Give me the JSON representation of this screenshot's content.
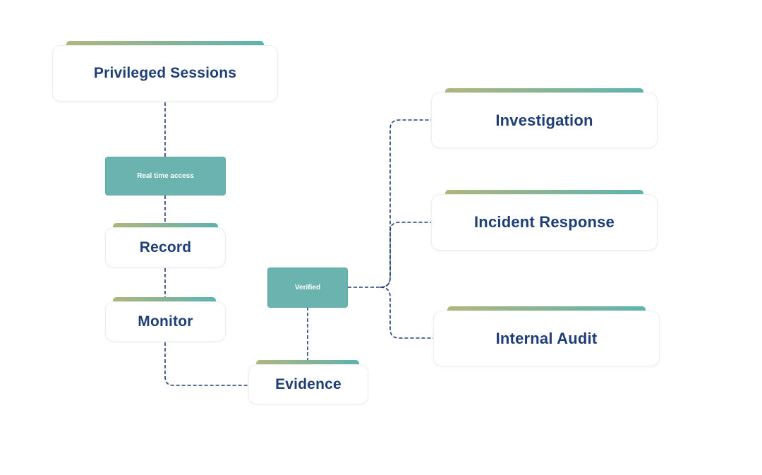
{
  "colors": {
    "title_text": "#1f3d76",
    "connector": "#1f3d76",
    "pill_fill": "#6ab3ae",
    "pill_text": "#ffffff",
    "card_border": "#eceeef",
    "accent_gradient_start": "#b0b67c",
    "accent_gradient_end": "#5db3b0"
  },
  "nodes": {
    "privileged_sessions": "Privileged Sessions",
    "record": "Record",
    "monitor": "Monitor",
    "evidence": "Evidence",
    "investigation": "Investigation",
    "incident_response": "Incident Response",
    "internal_audit": "Internal Audit"
  },
  "labels": {
    "real_time_access": "Real time access",
    "verified": "Verified"
  }
}
